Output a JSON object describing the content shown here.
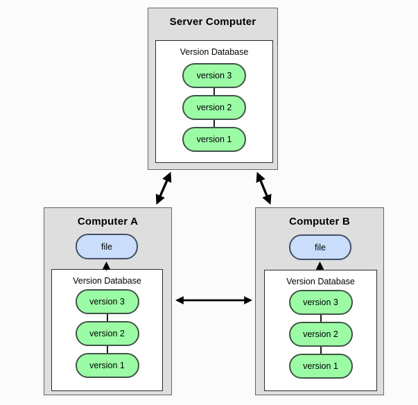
{
  "server": {
    "title": "Server Computer",
    "db_title": "Version Database",
    "versions": [
      "version 3",
      "version 2",
      "version 1"
    ]
  },
  "computer_a": {
    "title": "Computer A",
    "file_label": "file",
    "db_title": "Version Database",
    "versions": [
      "version 3",
      "version 2",
      "version 1"
    ]
  },
  "computer_b": {
    "title": "Computer B",
    "file_label": "file",
    "db_title": "Version Database",
    "versions": [
      "version 3",
      "version 2",
      "version 1"
    ]
  },
  "colors": {
    "box_fill": "#dedede",
    "box_border": "#636363",
    "version_fill": "#9cfca6",
    "version_border": "#3e5444",
    "file_fill": "#cadefb",
    "file_border": "#414e68",
    "arrow": "#000000",
    "bg": "#fbfbfb"
  }
}
